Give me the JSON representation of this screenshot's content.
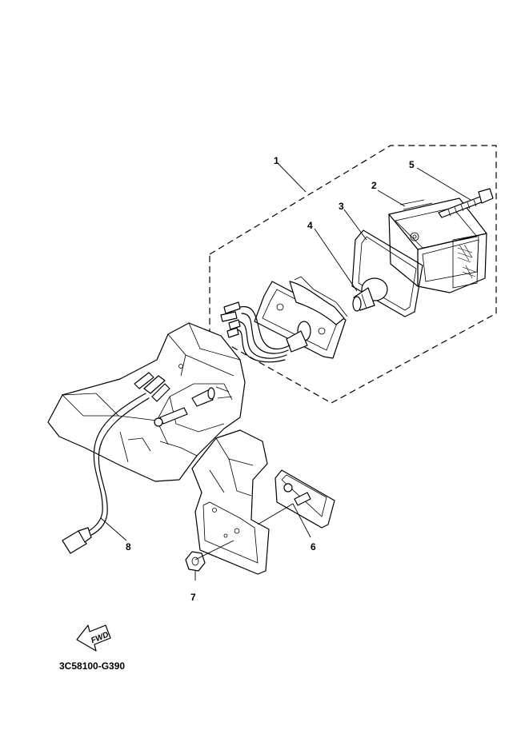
{
  "diagram": {
    "callouts": [
      {
        "id": "callout-1",
        "text": "1"
      },
      {
        "id": "callout-2",
        "text": "2"
      },
      {
        "id": "callout-3",
        "text": "3"
      },
      {
        "id": "callout-4",
        "text": "4"
      },
      {
        "id": "callout-5",
        "text": "5"
      },
      {
        "id": "callout-6",
        "text": "6"
      },
      {
        "id": "callout-7",
        "text": "7"
      },
      {
        "id": "callout-8",
        "text": "8"
      }
    ],
    "fwd_arrow_text": "FWD",
    "drawing_code": "3C58100-G390"
  }
}
